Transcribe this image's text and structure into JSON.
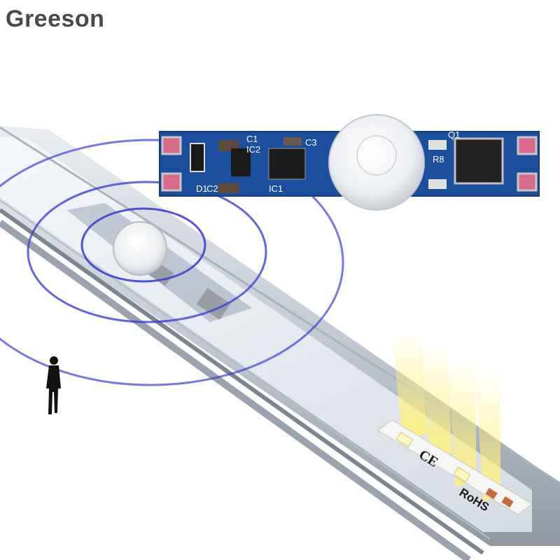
{
  "brand": {
    "name": "Greeson"
  },
  "pcb": {
    "labels": {
      "c1": "C1",
      "ic2": "IC2",
      "c3": "C3",
      "q1": "Q1",
      "d1": "D1",
      "c2": "C2",
      "ic1": "IC1",
      "r8": "R8"
    }
  },
  "strip": {
    "marks": {
      "ce": "CE",
      "rohs": "RoHS"
    }
  },
  "colors": {
    "pcb_blue": "#1c4e9e",
    "ring_blue": "#3d3fd8",
    "light_yellow": "#fff07a",
    "aluminum": "#c9cfd6",
    "brand_gray": "#4a4a4a"
  }
}
